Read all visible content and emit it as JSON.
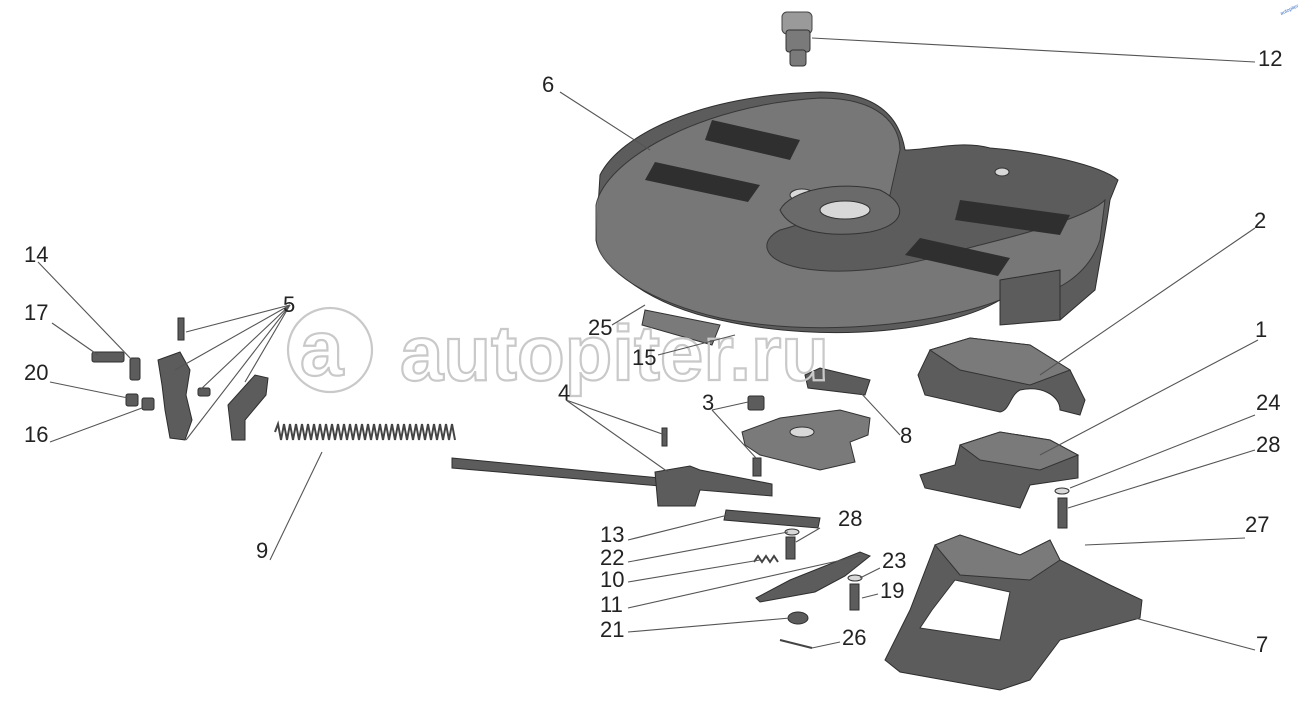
{
  "watermark": "autopiter.ru",
  "corner_mark": "autopiter",
  "callouts": {
    "c1": "1",
    "c2": "2",
    "c3": "3",
    "c4": "4",
    "c5": "5",
    "c6": "6",
    "c7": "7",
    "c8": "8",
    "c9": "9",
    "c10": "10",
    "c11": "11",
    "c12": "12",
    "c13": "13",
    "c14": "14",
    "c15": "15",
    "c16": "16",
    "c17": "17",
    "c19": "19",
    "c20": "20",
    "c21": "21",
    "c22": "22",
    "c23": "23",
    "c24": "24",
    "c25": "25",
    "c26": "26",
    "c27": "27",
    "c28a": "28",
    "c28b": "28"
  }
}
